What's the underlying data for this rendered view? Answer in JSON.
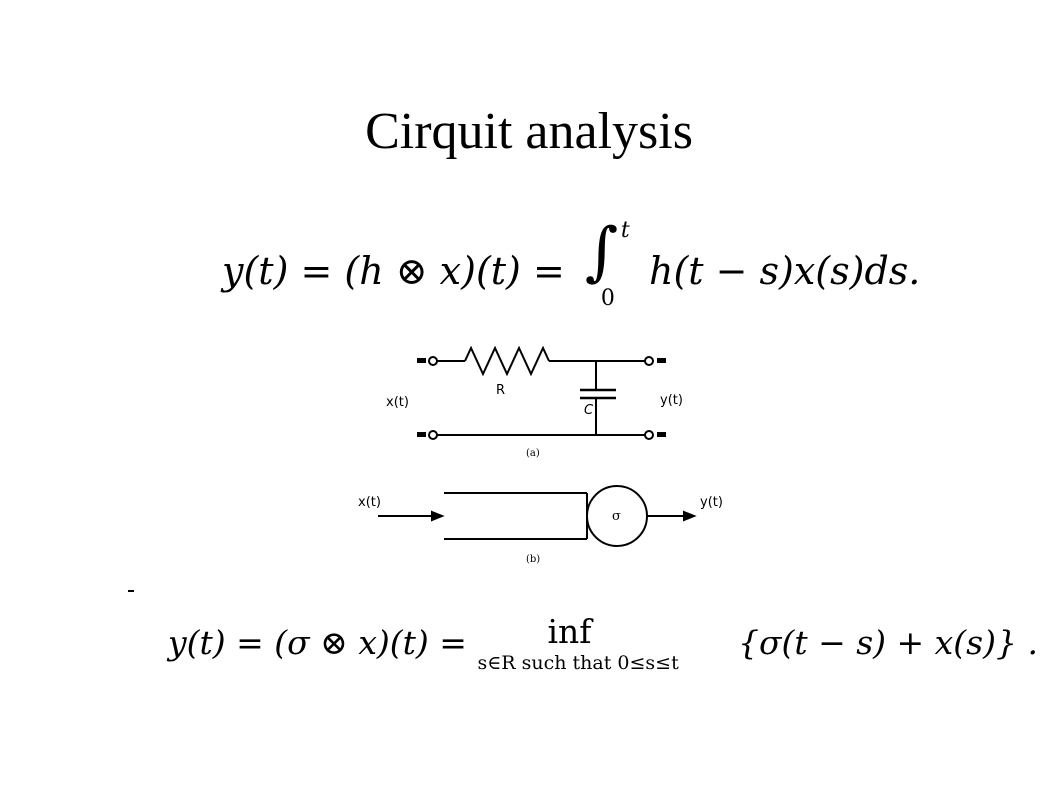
{
  "slide": {
    "title": "Cirquit analysis"
  },
  "equation1": {
    "lhs": "y(t) = (h ⊗ x)(t) =",
    "integral_sign": "∫",
    "upper_limit": "t",
    "lower_limit": "0",
    "integrand": "h(t − s)x(s)ds."
  },
  "circuit_a": {
    "resistor_label": "R",
    "capacitor_label": "C",
    "input_label": "x(t)",
    "output_label": "y(t)",
    "caption": "(a)"
  },
  "circuit_b": {
    "input_label": "x(t)",
    "output_label": "y(t)",
    "node_label": "σ",
    "caption": "(b)"
  },
  "equation2": {
    "lhs": "y(t) = (σ ⊗ x)(t) =",
    "operator": "inf",
    "subscript": "s∈R such that 0≤s≤t",
    "rhs": "{σ(t − s) + x(s)} ."
  }
}
